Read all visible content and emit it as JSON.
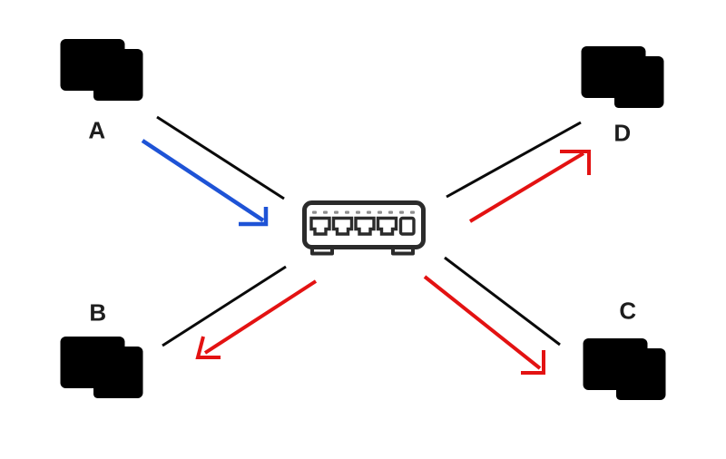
{
  "diagram": {
    "type": "network-hub-broadcast",
    "hub": {
      "name": "switch",
      "kind": "5-port network switch",
      "ports": 5
    },
    "nodes": {
      "a": {
        "label": "A"
      },
      "b": {
        "label": "B"
      },
      "c": {
        "label": "C"
      },
      "d": {
        "label": "D"
      }
    },
    "links": [
      {
        "from": "A",
        "to": "switch"
      },
      {
        "from": "switch",
        "to": "D"
      },
      {
        "from": "switch",
        "to": "B"
      },
      {
        "from": "switch",
        "to": "C"
      }
    ],
    "flows": [
      {
        "from": "A",
        "to": "switch",
        "color_name": "blue",
        "direction": "inbound"
      },
      {
        "from": "switch",
        "to": "D",
        "color_name": "red",
        "direction": "outbound"
      },
      {
        "from": "switch",
        "to": "B",
        "color_name": "red",
        "direction": "outbound"
      },
      {
        "from": "switch",
        "to": "C",
        "color_name": "red",
        "direction": "outbound"
      }
    ]
  },
  "colors": {
    "background": "#ffffff",
    "link": "#0a0a0a",
    "flow-in": "#1e53d6",
    "flow-out": "#e31212",
    "device-icon": "#3f3f3f",
    "switch-icon": "#2b2b2b",
    "phone-bar": "#757575",
    "led": "#8f8f8f",
    "label-text": "#1d1d1d"
  }
}
